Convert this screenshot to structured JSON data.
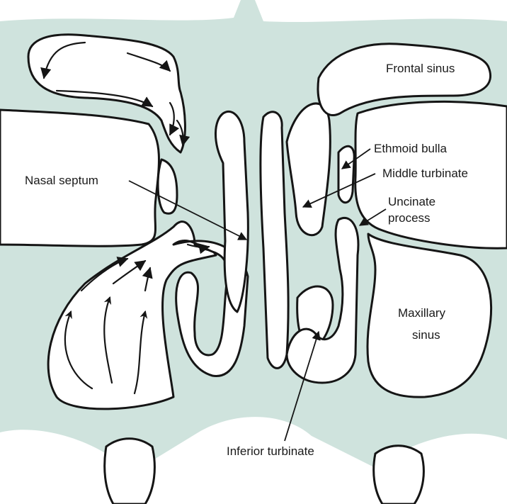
{
  "labels": {
    "frontal_sinus": "Frontal sinus",
    "ethmoid_bulla": "Ethmoid bulla",
    "middle_turbinate": "Middle turbinate",
    "uncinate_line1": "Uncinate",
    "uncinate_line2": "process",
    "nasal_septum": "Nasal septum",
    "maxillary_line1": "Maxillary",
    "maxillary_line2": "sinus",
    "inferior_turbinate": "Inferior turbinate"
  },
  "colors": {
    "tissue": "#cfe3dd",
    "outline": "#151515",
    "cavity": "#ffffff"
  }
}
